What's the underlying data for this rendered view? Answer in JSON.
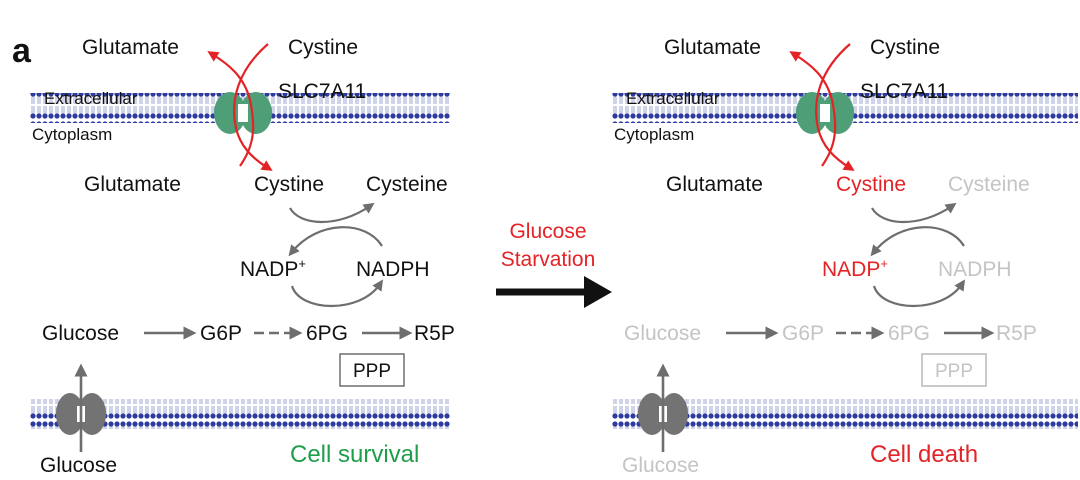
{
  "panel_label": "a",
  "colors": {
    "text": "#111111",
    "faded": "#c4c4c4",
    "red": "#e32326",
    "green": "#1f9e4a",
    "gray_arrow": "#6e6e6e",
    "membrane_head": "#2d3b9e",
    "transporter": "#4e9e78",
    "glucose_transporter": "#737373"
  },
  "membrane": {
    "extracellular": "Extracellular",
    "cytoplasm": "Cytoplasm"
  },
  "transporter": {
    "name": "SLC7A11",
    "export_out": "Glutamate",
    "import_in": "Cystine",
    "export_in": "Glutamate",
    "cystine_inside": "Cystine"
  },
  "cycle": {
    "product": "Cysteine",
    "nadp": "NADP",
    "nadp_sup": "+",
    "nadph": "NADPH"
  },
  "ppp": {
    "glucose": "Glucose",
    "g6p": "G6P",
    "pg6": "6PG",
    "r5p": "R5P",
    "box": "PPP"
  },
  "bottom": {
    "glucose": "Glucose"
  },
  "outcomes": {
    "left": "Cell survival",
    "right": "Cell death"
  },
  "transition": {
    "line1": "Glucose",
    "line2": "Starvation"
  }
}
